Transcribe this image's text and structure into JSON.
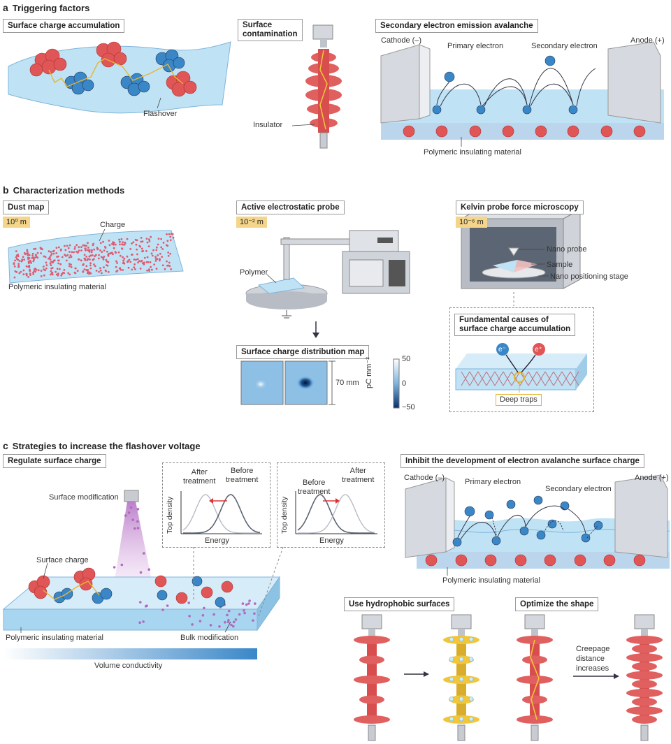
{
  "panel_a": {
    "letter": "a",
    "title": "Triggering factors",
    "boxes": {
      "surface_charge": "Surface charge accumulation",
      "contamination_1": "Surface",
      "contamination_2": "contamination",
      "avalanche": "Secondary electron emission avalanche"
    },
    "labels": {
      "flashover": "Flashover",
      "insulator": "Insulator",
      "cathode": "Cathode (–)",
      "anode": "Anode (+)",
      "primary_electron": "Primary electron",
      "secondary_electron": "Secondary electron",
      "material": "Polymeric insulating material"
    }
  },
  "panel_b": {
    "letter": "b",
    "title": "Characterization methods",
    "boxes": {
      "dust_map": "Dust map",
      "probe": "Active electrostatic probe",
      "kpfm": "Kelvin probe force microscopy",
      "distribution": "Surface charge distribution map",
      "causes_1": "Fundamental causes of",
      "causes_2": "surface charge accumulation"
    },
    "scales": {
      "dust": "10⁰ m",
      "probe": "10⁻² m",
      "kpfm": "10⁻⁶ m"
    },
    "labels": {
      "charge": "Charge",
      "material": "Polymeric insulating material",
      "polymer": "Polymer",
      "nano_probe": "Nano probe",
      "sample": "Sample",
      "stage": "Nano positioning stage",
      "size": "70 mm",
      "colorbar_unit": "pC mm⁻²",
      "cb_max": "50",
      "cb_mid": "0",
      "cb_min": "−50",
      "deep_traps": "Deep traps",
      "e_minus": "e⁻",
      "e_plus": "e⁺"
    }
  },
  "panel_c": {
    "letter": "c",
    "title": "Strategies to increase the flashover voltage",
    "boxes": {
      "regulate": "Regulate surface charge",
      "inhibit": "Inhibit the development of electron avalanche surface charge",
      "hydrophobic": "Use hydrophobic surfaces",
      "optimize": "Optimize the shape"
    },
    "labels": {
      "surface_modification": "Surface modification",
      "surface_charge": "Surface charge",
      "material": "Polymeric insulating material",
      "bulk_modification": "Bulk modification",
      "volume_conductivity": "Volume conductivity",
      "after_1": "After",
      "after_2": "treatment",
      "before_1": "Before",
      "before_2": "treatment",
      "top_density": "Top density",
      "energy": "Energy",
      "cathode": "Cathode (–)",
      "anode": "Anode (+)",
      "primary_electron": "Primary electron",
      "secondary_electron": "Secondary electron",
      "material2": "Polymeric insulating material",
      "creepage_1": "Creepage",
      "creepage_2": "distance",
      "creepage_3": "increases"
    }
  },
  "colors": {
    "positive": "#e05555",
    "negative": "#3a87c8",
    "surface": "#bfe3f5",
    "wall": "#c9ccd4",
    "insulator_red": "#e06060",
    "hydrophobic_yellow": "#f0c63a",
    "scale_tag": "#f4d58a",
    "purple_beam": "#b06bc0"
  }
}
